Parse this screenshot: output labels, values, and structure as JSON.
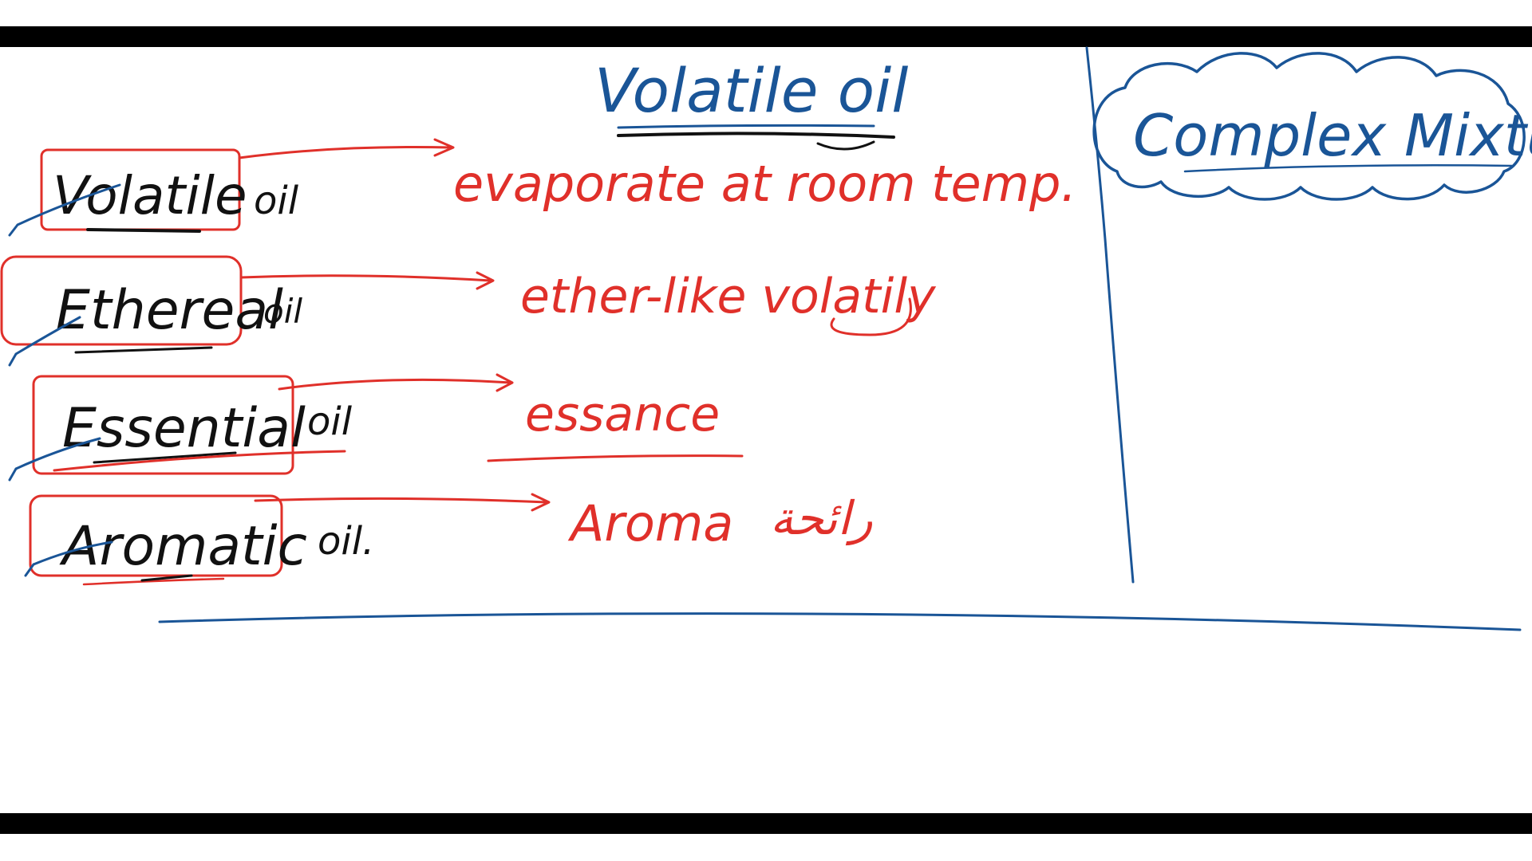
{
  "board": {
    "title": "Volatile oil",
    "cloud_label": "Complex Mixture",
    "terms": [
      {
        "term": "Volatile",
        "suffix": "oil",
        "meaning": "evaporate at room temp."
      },
      {
        "term": "Ethereal",
        "suffix": "oil",
        "meaning": "ether-like volatily"
      },
      {
        "term": "Essential",
        "suffix": "oil",
        "meaning": "essance"
      },
      {
        "term": "Aromatic",
        "suffix": "oil.",
        "meaning": "Aroma",
        "meaning_arabic": "رائحة"
      }
    ]
  },
  "colors": {
    "black_ink": "#111111",
    "red_ink": "#e0302a",
    "blue_ink": "#1a5597",
    "bars": "#000000",
    "board": "#ffffff"
  }
}
